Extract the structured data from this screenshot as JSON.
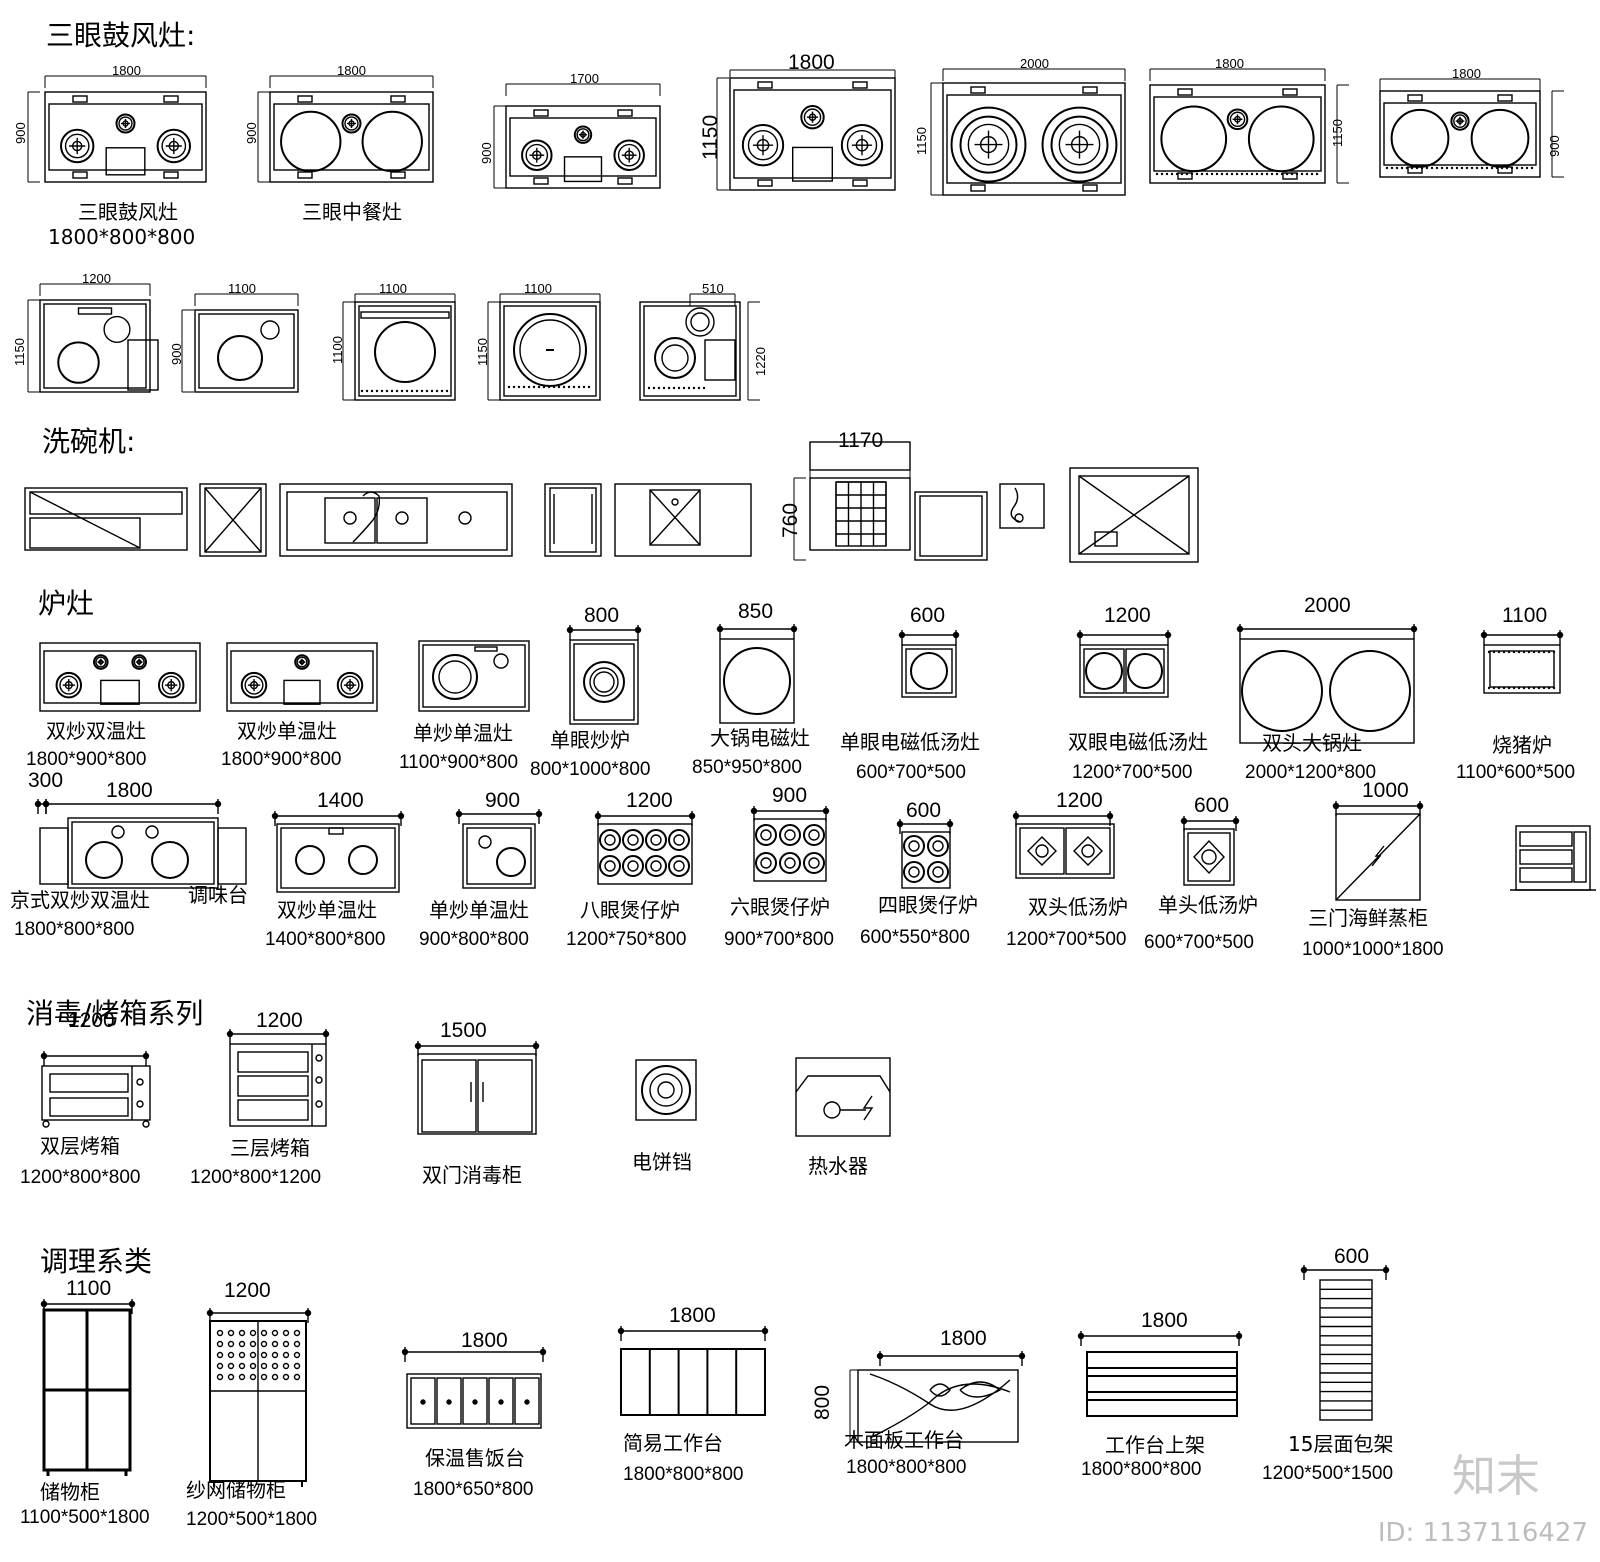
{
  "sections": {
    "stove3": "三眼鼓风灶:",
    "dishwasher": "洗碗机:",
    "range": "炉灶",
    "oven": "消毒/烤箱系列",
    "prep": "调理系类"
  },
  "items": [
    {
      "id": "s1",
      "name": "三眼鼓风灶",
      "size": "1800*800*800",
      "dims": [
        "1800",
        "900"
      ]
    },
    {
      "id": "s2",
      "name": "三眼中餐灶",
      "dims": [
        "1800",
        "900"
      ]
    },
    {
      "id": "s3",
      "dims": [
        "1700",
        "900"
      ]
    },
    {
      "id": "s4",
      "dims": [
        "1800",
        "1150"
      ]
    },
    {
      "id": "s5",
      "dims": [
        "2000",
        "1150"
      ]
    },
    {
      "id": "s6",
      "dims": [
        "1800",
        "1150"
      ]
    },
    {
      "id": "s7",
      "dims": [
        "1800",
        "900"
      ]
    },
    {
      "id": "s8",
      "dims": [
        "1200",
        "1150"
      ]
    },
    {
      "id": "s9",
      "dims": [
        "1100",
        "900"
      ]
    },
    {
      "id": "s10",
      "dims": [
        "1100",
        "1100"
      ]
    },
    {
      "id": "s11",
      "dims": [
        "1100",
        "1150"
      ]
    },
    {
      "id": "s12",
      "dims": [
        "510",
        "1220"
      ]
    },
    {
      "id": "d1"
    },
    {
      "id": "d2"
    },
    {
      "id": "d3"
    },
    {
      "id": "d4"
    },
    {
      "id": "d5"
    },
    {
      "id": "d6",
      "dims": [
        "1170",
        "760"
      ]
    },
    {
      "id": "d7"
    },
    {
      "id": "d8"
    },
    {
      "id": "d9"
    },
    {
      "id": "r1",
      "name": "双炒双温灶",
      "size": "1800*900*800"
    },
    {
      "id": "r2",
      "name": "双炒单温灶",
      "size": "1800*900*800"
    },
    {
      "id": "r3",
      "name": "单炒单温灶",
      "size": "1100*900*800"
    },
    {
      "id": "r4",
      "name": "单眼炒炉",
      "size": "800*1000*800",
      "dims": [
        "800"
      ]
    },
    {
      "id": "r5",
      "name": "大锅电磁灶",
      "size": "850*950*800",
      "dims": [
        "850"
      ]
    },
    {
      "id": "r6",
      "name": "单眼电磁低汤灶",
      "size": "600*700*500",
      "dims": [
        "600"
      ]
    },
    {
      "id": "r7",
      "name": "双眼电磁低汤灶",
      "size": "1200*700*500",
      "dims": [
        "1200"
      ]
    },
    {
      "id": "r8",
      "name": "双头大锅灶",
      "size": "2000*1200*800",
      "dims": [
        "2000"
      ]
    },
    {
      "id": "r9",
      "name": "烧猪炉",
      "size": "1100*600*500",
      "dims": [
        "1100"
      ]
    },
    {
      "id": "r10",
      "name": "京式双炒双温灶",
      "size": "1800*800*800",
      "extra": "调味台",
      "dims": [
        "300",
        "1800"
      ]
    },
    {
      "id": "r11",
      "name": "双炒单温灶",
      "size": "1400*800*800",
      "dims": [
        "1400"
      ]
    },
    {
      "id": "r12",
      "name": "单炒单温灶",
      "size": "900*800*800",
      "dims": [
        "900"
      ]
    },
    {
      "id": "r13",
      "name": "八眼煲仔炉",
      "size": "1200*750*800",
      "dims": [
        "1200"
      ]
    },
    {
      "id": "r14",
      "name": "六眼煲仔炉",
      "size": "900*700*800",
      "dims": [
        "900"
      ]
    },
    {
      "id": "r15",
      "name": "四眼煲仔炉",
      "size": "600*550*800",
      "dims": [
        "600"
      ]
    },
    {
      "id": "r16",
      "name": "双头低汤炉",
      "size": "1200*700*500",
      "dims": [
        "1200"
      ]
    },
    {
      "id": "r17",
      "name": "单头低汤炉",
      "size": "600*700*500",
      "dims": [
        "600"
      ]
    },
    {
      "id": "r18",
      "name": "三门海鲜蒸柜",
      "size": "1000*1000*1800",
      "dims": [
        "1000"
      ]
    },
    {
      "id": "r19"
    },
    {
      "id": "o1",
      "name": "双层烤箱",
      "size": "1200*800*800",
      "dims": [
        "1200"
      ]
    },
    {
      "id": "o2",
      "name": "三层烤箱",
      "size": "1200*800*1200",
      "dims": [
        "1200"
      ]
    },
    {
      "id": "o3",
      "name": "双门消毒柜",
      "dims": [
        "1500"
      ]
    },
    {
      "id": "o4",
      "name": "电饼铛"
    },
    {
      "id": "o5",
      "name": "热水器"
    },
    {
      "id": "p1",
      "name": "储物柜",
      "size": "1100*500*1800",
      "dims": [
        "1100"
      ]
    },
    {
      "id": "p2",
      "name": "纱网储物柜",
      "size": "1200*500*1800",
      "dims": [
        "1200"
      ]
    },
    {
      "id": "p3",
      "name": "保温售饭台",
      "size": "1800*650*800",
      "dims": [
        "1800"
      ]
    },
    {
      "id": "p4",
      "name": "简易工作台",
      "size": "1800*800*800",
      "dims": [
        "1800"
      ]
    },
    {
      "id": "p5",
      "name": "木面板工作台",
      "size": "1800*800*800",
      "dims": [
        "1800",
        "800"
      ]
    },
    {
      "id": "p6",
      "name": "工作台上架",
      "size": "1800*800*800",
      "dims": [
        "1800"
      ]
    },
    {
      "id": "p7",
      "name": "15层面包架",
      "size": "1200*500*1500",
      "dims": [
        "600"
      ]
    }
  ],
  "brand": {
    "logo": "知末",
    "id": "ID: 1137116427"
  }
}
